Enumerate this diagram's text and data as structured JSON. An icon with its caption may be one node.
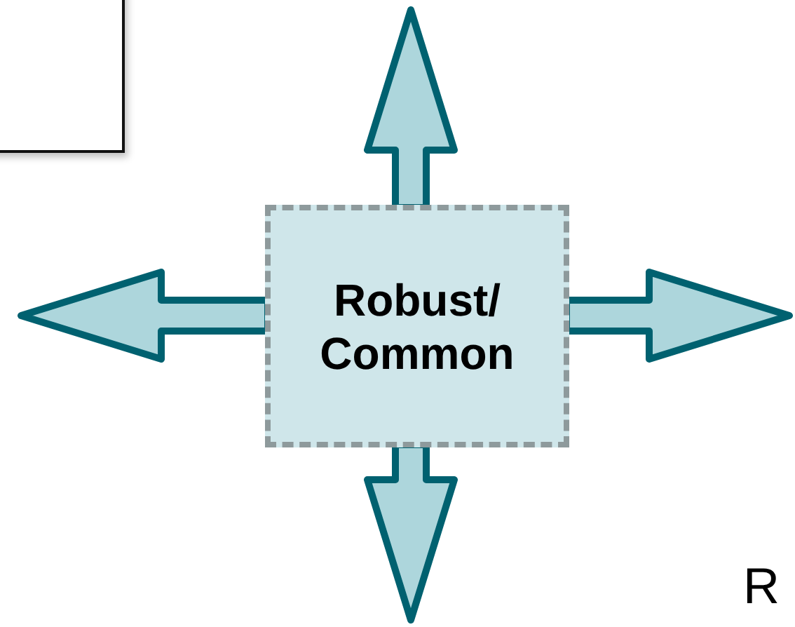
{
  "diagram": {
    "nodes": [
      {
        "text": [],
        "shape": "box"
      },
      {
        "text": [
          "Robust/ Common"
        ]
      }
    ],
    "edges": [
      {
        "from": 1,
        "to": null,
        "arrow": "to"
      },
      {
        "from": 1,
        "to": null,
        "arrow": "to"
      },
      {
        "from": 1,
        "to": null,
        "arrow": "to"
      },
      {
        "from": 1,
        "to": null,
        "arrow": "to"
      }
    ],
    "labels": [
      "R"
    ]
  }
}
